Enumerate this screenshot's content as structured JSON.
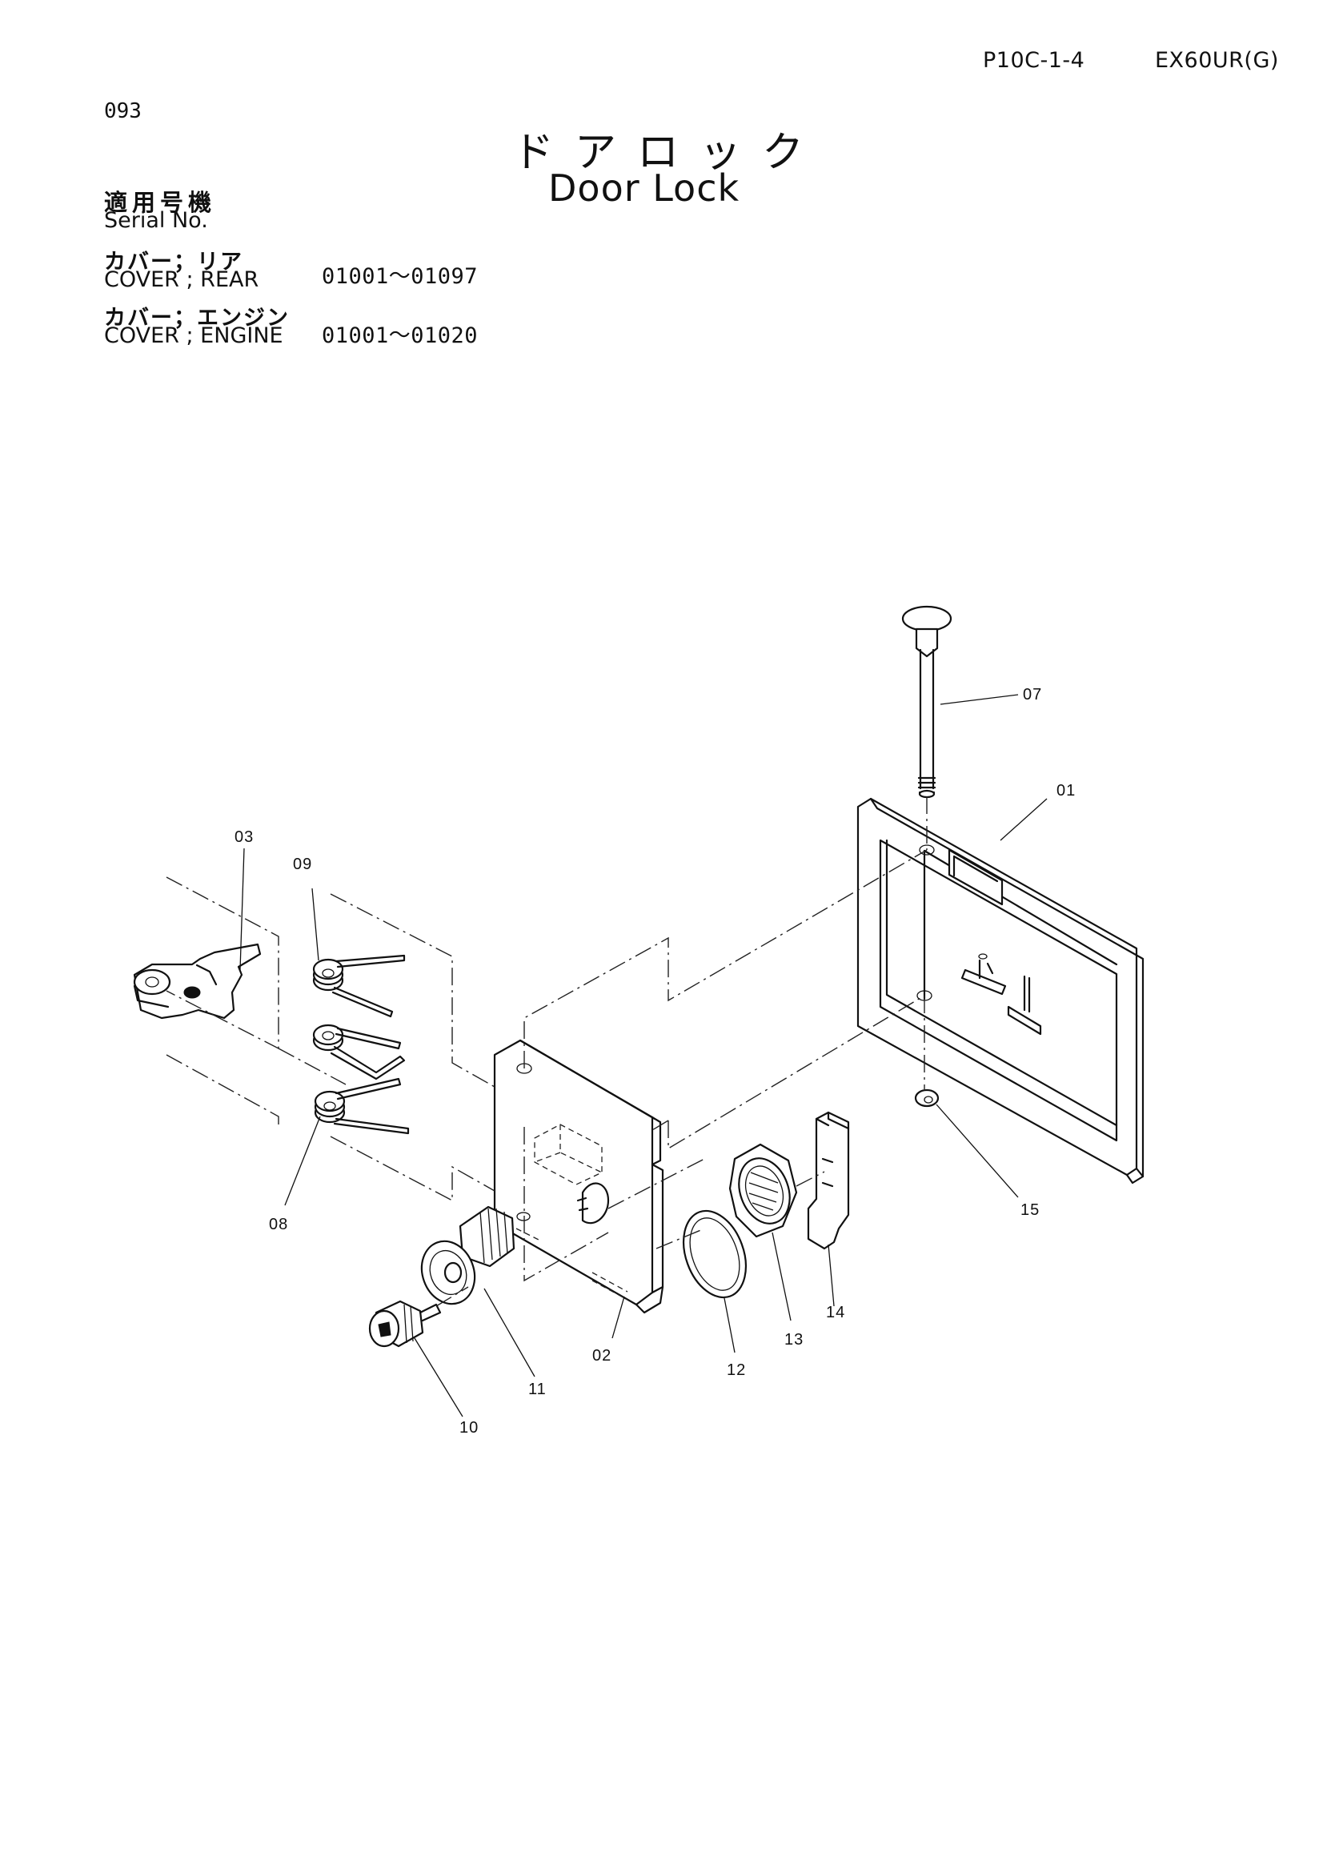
{
  "header": {
    "ref_code": "P10C-1-4",
    "model": "EX60UR(G)"
  },
  "page_number": "093",
  "title": {
    "japanese": "ドアロック",
    "english": "Door Lock"
  },
  "serial": {
    "label_jp": "適用号機",
    "label_en": "Serial No.",
    "rows": [
      {
        "label_jp": "カバー；リア",
        "label_en": "COVER ; REAR",
        "range": "01001～01097"
      },
      {
        "label_jp": "カバー；エンジン",
        "label_en": "COVER ; ENGINE",
        "range": "01001～01020"
      }
    ]
  },
  "callouts": {
    "c01": "01",
    "c02": "02",
    "c03": "03",
    "c07": "07",
    "c08": "08",
    "c09": "09",
    "c10": "10",
    "c11": "11",
    "c12": "12",
    "c13": "13",
    "c14": "14",
    "c15": "15"
  }
}
